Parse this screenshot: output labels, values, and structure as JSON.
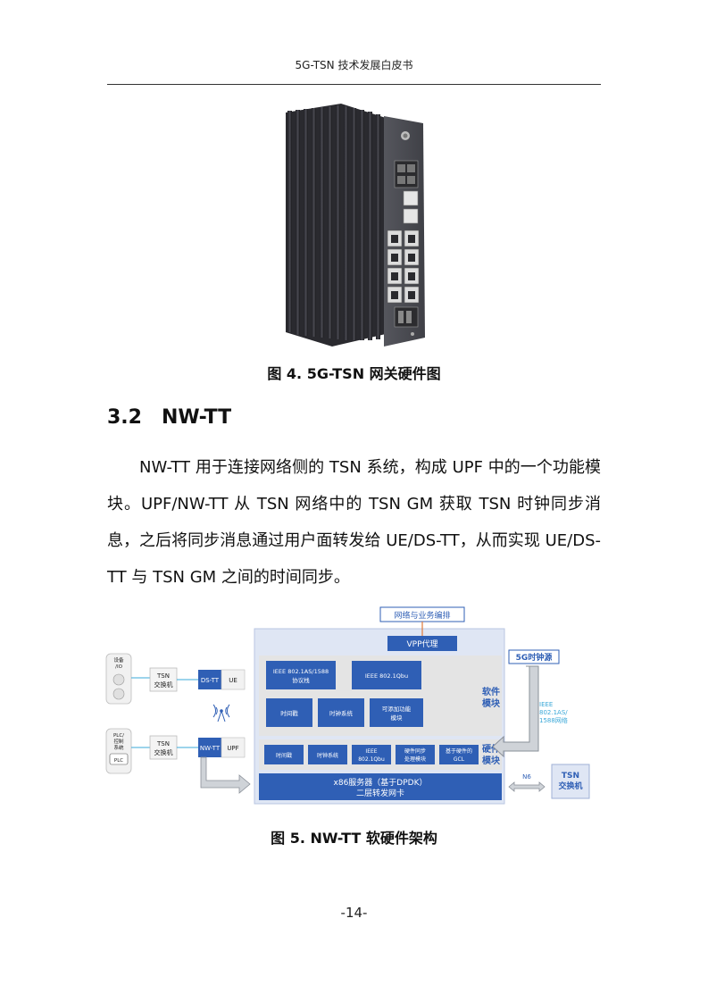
{
  "header": {
    "title": "5G-TSN 技术发展白皮书"
  },
  "figure4": {
    "caption": "图 4. 5G-TSN 网关硬件图"
  },
  "section": {
    "number": "3.2",
    "title": "NW-TT"
  },
  "body": {
    "paragraph": "NW-TT 用于连接网络侧的 TSN 系统，构成 UPF 中的一个功能模块。UPF/NW-TT 从 TSN 网络中的 TSN GM 获取 TSN 时钟同步消息，之后将同步消息通过用户面转发给 UE/DS-TT，从而实现 UE/DS-TT 与 TSN GM 之间的时间同步。"
  },
  "figure5": {
    "caption": "图 5. NW-TT 软硬件架构",
    "orchestration": "网络与业务编排",
    "vpp_proxy": "VPP代理",
    "clock_source": "5G时钟源",
    "software_module": [
      "软件",
      "模块"
    ],
    "hardware_module": [
      "硬件",
      "模块"
    ],
    "sw_blocks": {
      "ieee1588": [
        "IEEE 802.1AS/1588",
        "协议栈"
      ],
      "qbu": "IEEE 802.1Qbu",
      "timestamp": "时间戳",
      "clock_system": "时钟系统",
      "addon": [
        "可添加功能",
        "模块"
      ]
    },
    "hw_blocks": {
      "timestamp": "时间戳",
      "clock_system": "时钟系统",
      "qbu": [
        "IEEE",
        "802.1Qbu"
      ],
      "hw_sync": [
        "硬件同步",
        "处理模块"
      ],
      "gcl": [
        "基于硬件的",
        "GCL"
      ]
    },
    "x86": [
      "x86服务器（基于DPDK）",
      "二层转发网卡"
    ],
    "ieee_net": [
      "IEEE",
      "802.1AS/",
      "1588网络"
    ],
    "n6": "N6",
    "tsn_switch_right": [
      "TSN",
      "交换机"
    ],
    "device_io": [
      "设备",
      "/IO"
    ],
    "plc": [
      "PLC/",
      "控制",
      "系统"
    ],
    "plc_tag": "PLC",
    "tsn_switch_left": [
      "TSN",
      "交换机"
    ],
    "ds_tt": "DS-TT",
    "ue": "UE",
    "nw_tt": "NW-TT",
    "upf": "UPF",
    "colors": {
      "primary": "#2f5fb5",
      "light": "#dfe6f4",
      "gray": "#e4e4e4",
      "accent": "#3aa8d8"
    }
  },
  "footer": {
    "page": "-14-"
  }
}
